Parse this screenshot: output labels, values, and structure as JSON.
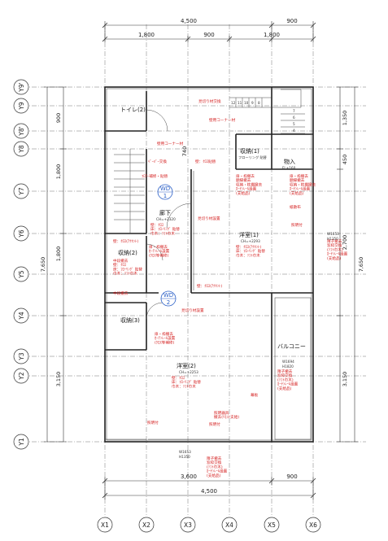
{
  "dimensions": {
    "top_total": "4,500",
    "top_right": "900",
    "top_1": "1,800",
    "top_2": "900",
    "top_3": "1,800",
    "bottom_1": "3,600",
    "bottom_2": "900",
    "bottom_total": "4,500",
    "left_1": "900",
    "left_2": "1,800",
    "left_3": "1,800",
    "left_4": "3,150",
    "left_total": "7,650",
    "right_1": "1,350",
    "right_2": "450",
    "right_3": "2,700",
    "right_4": "3,150",
    "right_total": "7,650",
    "mid_740": "740"
  },
  "grid_x": [
    "X1",
    "X2",
    "X3",
    "X4",
    "X5",
    "X6"
  ],
  "grid_y": [
    "Y9'",
    "Y9",
    "Y8'",
    "Y8",
    "Y7",
    "Y6",
    "Y5",
    "Y4",
    "Y3",
    "Y2",
    "Y1"
  ],
  "rooms": {
    "toilet": "トイレ(2)",
    "storage1": "収納(1)",
    "storage1_floor": "フローリング 貼替",
    "goods": "物入",
    "goods_ceil": "FL+160",
    "hall": "廊下",
    "hall_ch": "CH=+2320",
    "western1": "洋室(1)",
    "western1_ch": "CH=+2293",
    "storage2": "収納(2)",
    "storage3": "収納(3)",
    "western2": "洋室(2)",
    "western2_ch": "CH=+2253",
    "balcony": "バルコニー"
  },
  "stairs_numbers": [
    "12",
    "11",
    "10",
    "9",
    "8",
    "7",
    "6",
    "5",
    "4"
  ],
  "wd_labels": [
    {
      "top": "WD",
      "bottom": "1"
    },
    {
      "top": "WD",
      "bottom": "2"
    }
  ],
  "notes": {
    "n1": "見切り材交換",
    "n2": "壁用コーナー材",
    "n3": "壁用コーナー材",
    "n4": "壁：ｸﾛｽ貼替",
    "n5": "ﾍﾟｰﾊﾟｰ交換",
    "n6": "ﾌﾛｱｰ補修・貼替",
    "n7": "扉・枠撤去\n額縁撤去\n収納・枕棚撤去\nｶｰﾃﾝﾚｰﾙ設置\n(支給品)",
    "n8": "扉・枠撤去\n額縁撤去\n収納・枕棚撤去\nｶｰﾃﾝﾚｰﾙ設置\n(支給品)",
    "n9": "紙散布",
    "n10": "見切り材設置",
    "n11": "壁：ｸﾛｽ\n床：ﾌﾛｰﾘﾝｸﾞ 貼替\n巾木：ｿﾌﾄ巾木",
    "n12": "壁：ｸﾛｽ(ｱｸｾﾝﾄ)\n床：ﾌﾛｰﾘﾝｸﾞ 貼替\n巾木：ｿﾌﾄ巾木",
    "n13": "扉・枠撤去\nｶｰﾃﾝﾚｰﾙ設置\n(ｸﾛｽ等補修)",
    "n14": "中段撤去\n壁：ｸﾛｽ\n床：ﾌﾛｰﾘﾝｸﾞ 貼替\n巾木：ｿﾌﾄ巾木",
    "n15": "壁：ｸﾛｽ(ｱｸｾﾝﾄ)",
    "n16": "壁：ｸﾛｽ(ｱｸｾﾝﾄ)",
    "n17": "見切り材設置",
    "n18": "扉・枠撤去\nｶｰﾃﾝﾚｰﾙ設置\n(ｸﾛｽ等補修)",
    "n19": "壁：ｸﾛｽ\n床：ﾌﾛｰﾘﾝｸﾞ 貼替\n巾木：ｿﾌﾄ巾木",
    "n20": "障子撤去\n窓枠交換\n(ｿﾌﾄ巾木)\nｶｰﾃﾝﾚｰﾙ設置\n(支給品)",
    "n21": "障子撤去\n窓枠交換\n(ｿﾌﾄ巾木)\nｶｰﾃﾝﾚｰﾙ設置\n(支給品)",
    "n22": "障子撤去\n窓枠交換\n(ｿﾌﾄ巾木)\nｶｰﾃﾝﾚｰﾙ設置\n(支給品)",
    "n23": "照明器具\n撤去(ﾘﾓｺﾝ支給)",
    "n24": "照明付",
    "n25": "照明付",
    "n26": "照明付",
    "n27": "幕板",
    "n28": "中段撤去"
  },
  "windows": {
    "w1": "W1653",
    "h1": "H1350",
    "w2": "W1694",
    "h2": "H1820",
    "w3": "W1653",
    "h3": "H1350"
  }
}
